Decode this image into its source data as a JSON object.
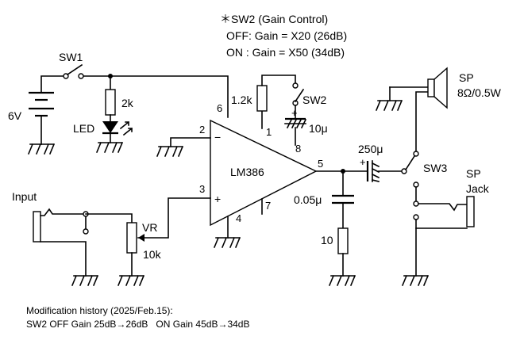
{
  "notes": {
    "sw2_title": "＊SW2 (Gain Control)",
    "sw2_off": "OFF: Gain = X20 (26dB)",
    "sw2_on": "ON  : Gain = X50 (34dB)"
  },
  "labels": {
    "sw1": "SW1",
    "battery": "6V",
    "r_led": "2k",
    "led": "LED",
    "r_gain": "1.2k",
    "sw2": "SW2",
    "c_gain": "10μ",
    "amp": "LM386",
    "c_out": "250μ",
    "c_zobel": "0.05μ",
    "r_zobel": "10",
    "input": "Input",
    "vr": "VR",
    "vr_value": "10k",
    "sp": "SP",
    "sp_spec": "8Ω/0.5W",
    "sw3": "SW3",
    "sp_jack_1": "SP",
    "sp_jack_2": "Jack",
    "polarity_plus": "+",
    "inv_minus": "−",
    "noninv_plus": "+"
  },
  "pins": {
    "p2": "2",
    "p3": "3",
    "p6": "6",
    "p1": "1",
    "p8": "8",
    "p5": "5",
    "p4": "4",
    "p7": "7"
  },
  "history": {
    "title": "Modification history (2025/Feb.15):",
    "line": "SW2 OFF Gain 25dB→26dB   ON Gain 45dB→34dB"
  }
}
